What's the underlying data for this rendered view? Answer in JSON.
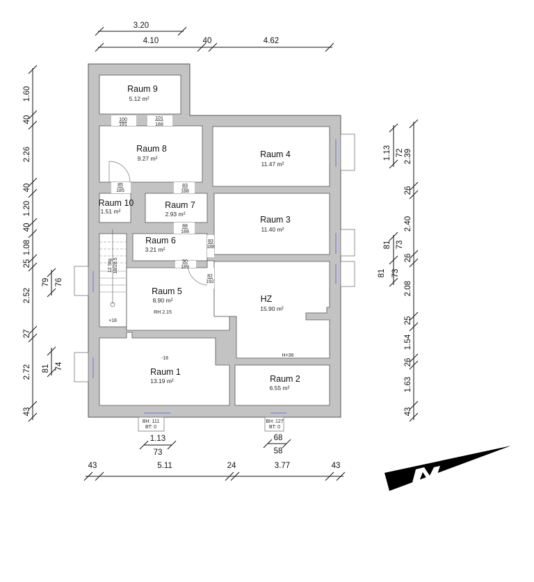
{
  "rooms": [
    {
      "name": "Raum 9",
      "area": "5.12 m²"
    },
    {
      "name": "Raum 8",
      "area": "9.27 m²"
    },
    {
      "name": "Raum 4",
      "area": "11.47 m²"
    },
    {
      "name": "Raum 10",
      "area": "1.51 m²"
    },
    {
      "name": "Raum 7",
      "area": "2.93 m²"
    },
    {
      "name": "Raum 3",
      "area": "11.40 m²"
    },
    {
      "name": "Raum 6",
      "area": "3.21 m²"
    },
    {
      "name": "Raum 5",
      "area": "8.90 m²",
      "note": "RH 2.15"
    },
    {
      "name": "HZ",
      "area": "15.90 m²",
      "note": "H=36"
    },
    {
      "name": "Raum 1",
      "area": "13.19 m²",
      "note": "-18"
    },
    {
      "name": "Raum 2",
      "area": "6.55 m²"
    }
  ],
  "doors": [
    {
      "w": "100",
      "h": "191"
    },
    {
      "w": "101",
      "h": "188"
    },
    {
      "w": "85",
      "h": "185"
    },
    {
      "w": "83",
      "h": "188"
    },
    {
      "w": "88",
      "h": "188"
    },
    {
      "w": "83",
      "h": "188"
    },
    {
      "w": "90",
      "h": "189"
    },
    {
      "w": "82",
      "h": "192"
    }
  ],
  "stair": {
    "steps": "12 Stg",
    "ratio": "18/28.5",
    "level": "+18"
  },
  "windows": [
    {
      "bh": "BH: 111",
      "bt": "BT: 0"
    },
    {
      "bh": "BH: 127",
      "bt": "BT: 0"
    }
  ],
  "dims": {
    "top": [
      "3.20",
      "4.10",
      "40",
      "4.62"
    ],
    "left": [
      "1.60",
      "40",
      "2.26",
      "40",
      "1.20",
      "40",
      "1.08",
      "25",
      "2.52",
      "27",
      "2.72",
      "43"
    ],
    "left_windows": [
      "79",
      "76",
      "81",
      "74"
    ],
    "right": [
      "2.39",
      "26",
      "2.40",
      "26",
      "2.08",
      "25",
      "1.54",
      "26",
      "1.63",
      "43"
    ],
    "right_windows": [
      "1.13",
      "72",
      "81",
      "73",
      "81",
      "73"
    ],
    "bottom_windows": [
      "1.13",
      "73",
      "68",
      "58"
    ],
    "bottom": [
      "43",
      "5.11",
      "24",
      "3.77",
      "43"
    ]
  },
  "colors": {
    "wall": "#c3c3c3",
    "line": "#111111"
  },
  "compass": "north-arrow"
}
